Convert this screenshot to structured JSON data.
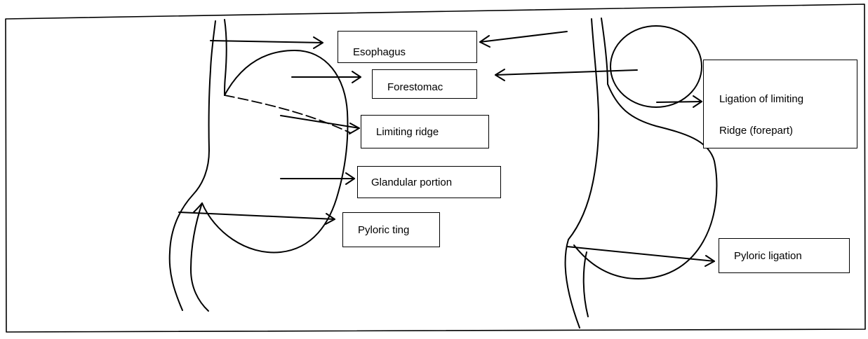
{
  "labels": {
    "esophagus": "Esophagus",
    "forestomac": "Forestomac",
    "limiting_ridge": "Limiting ridge",
    "glandular_portion": "Glandular portion",
    "pyloric_ting": "Pyloric ting",
    "ligation_of_limiting": "Ligation of limiting",
    "ridge_forepart": "Ridge (forepart)",
    "pyloric_ligation": "Pyloric ligation"
  },
  "colors": {
    "ink": "#000000",
    "paper": "#ffffff"
  }
}
